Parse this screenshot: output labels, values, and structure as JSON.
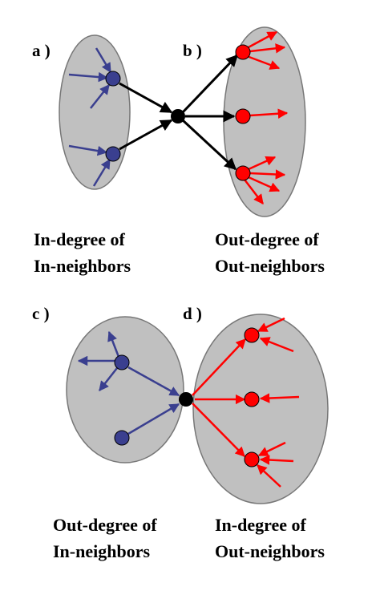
{
  "panels": {
    "a": {
      "label": "a )"
    },
    "b": {
      "label": "b )"
    },
    "c": {
      "label": "c )"
    },
    "d": {
      "label": "d )"
    }
  },
  "captions": {
    "top_left": [
      "In-degree of",
      "In-neighbors"
    ],
    "top_right": [
      "Out-degree of",
      "Out-neighbors"
    ],
    "bottom_left": [
      "Out-degree of",
      "In-neighbors"
    ],
    "bottom_right": [
      "In-degree of",
      "Out-neighbors"
    ]
  },
  "colors": {
    "region_fill": "#c0c0c0",
    "region_stroke": "#777777",
    "in_neighbor": "#3a3f8f",
    "out_neighbor": "#ff0000",
    "center_node": "#000000",
    "edge": "#000000"
  }
}
